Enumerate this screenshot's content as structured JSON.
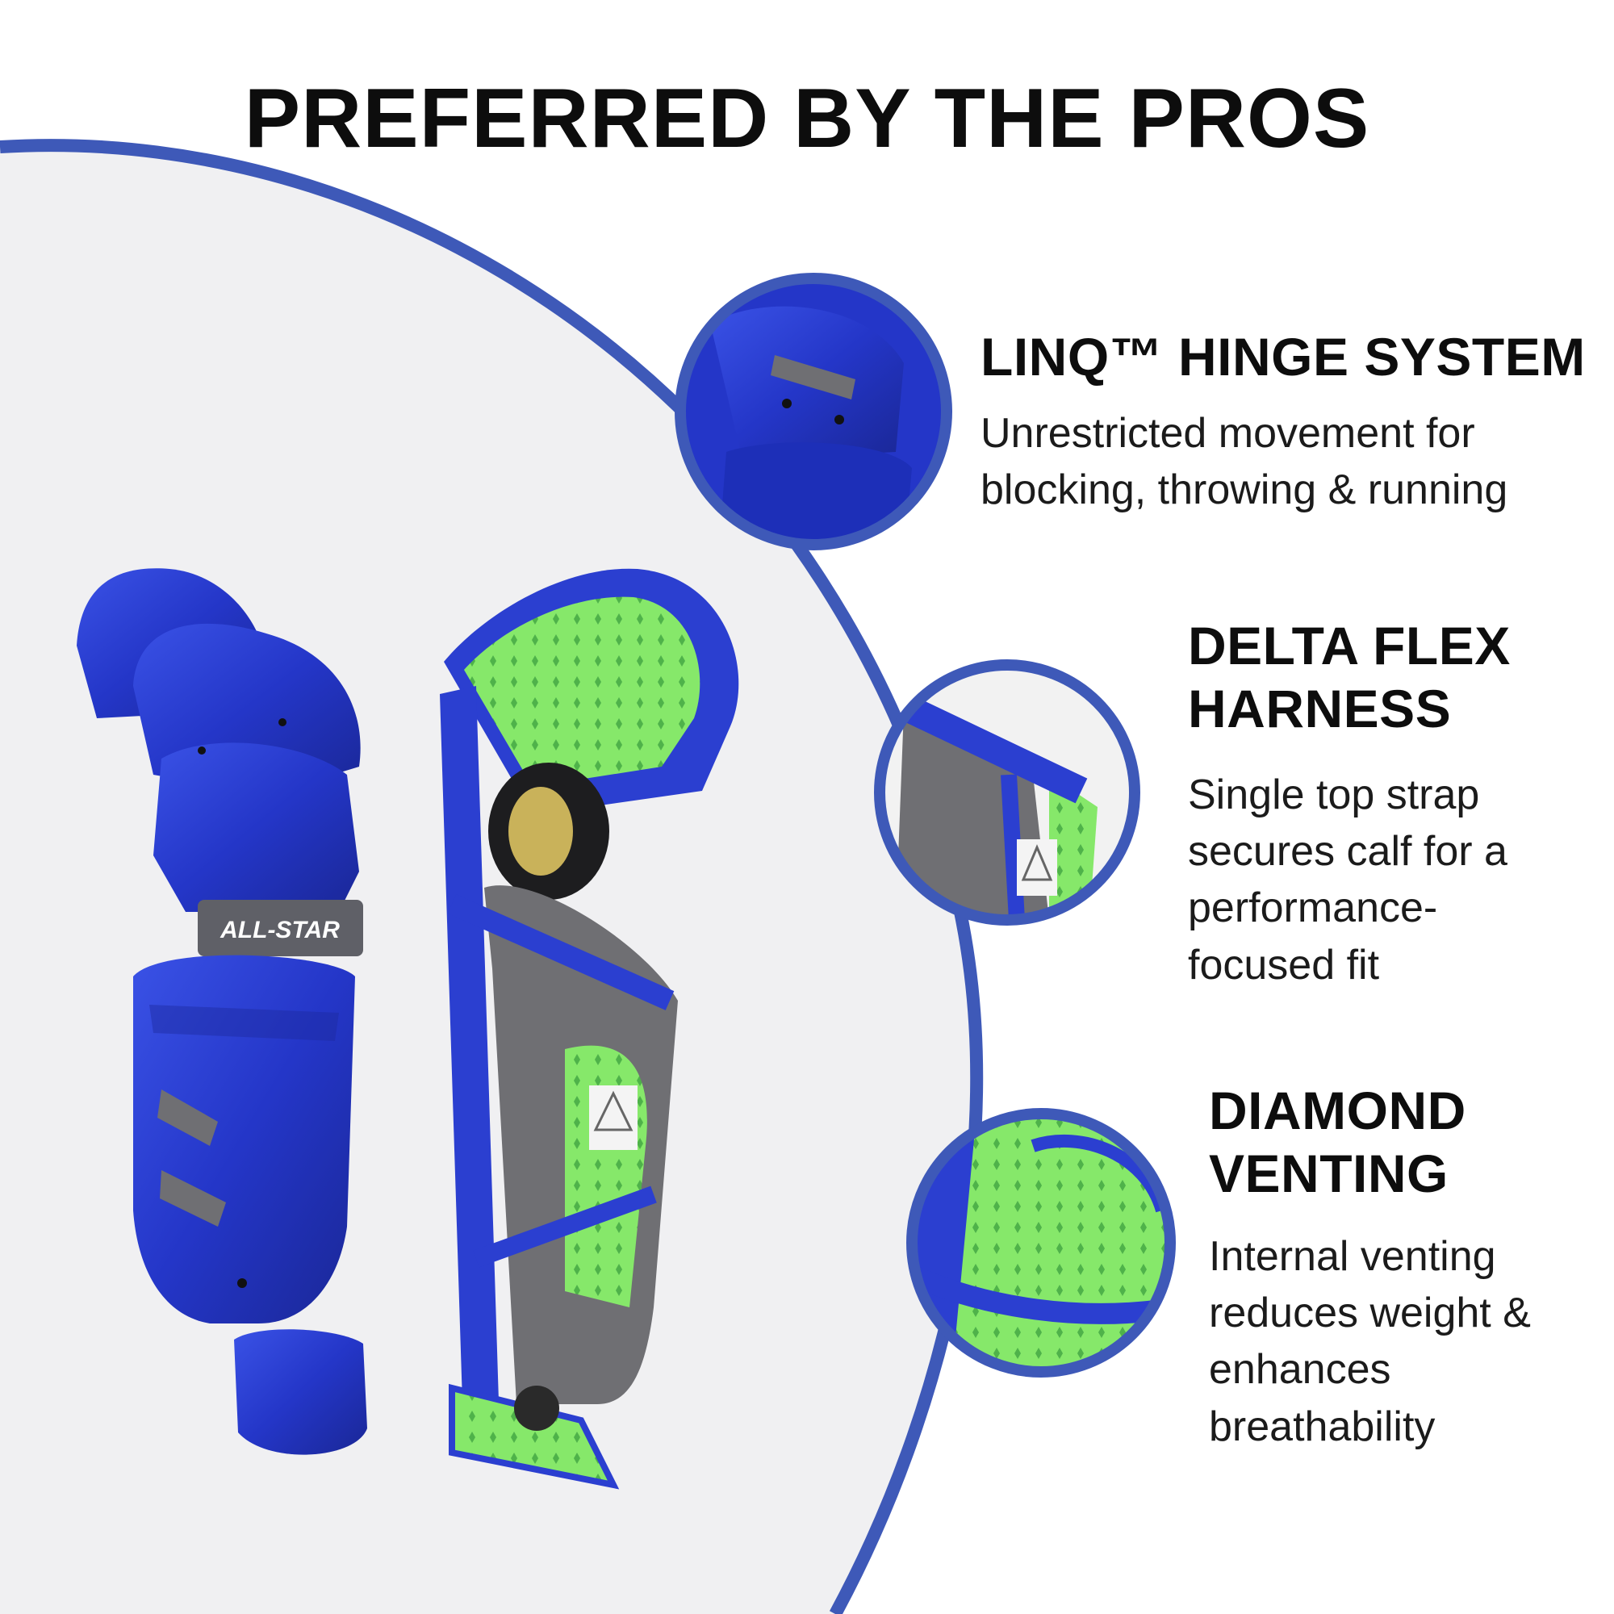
{
  "headline": "PREFERRED BY THE PROS",
  "product": {
    "brand_mark": "ALL-STAR",
    "colors": {
      "shell": "#2b3fd0",
      "shell_dark": "#1c2aa0",
      "lining": "#86e86a",
      "padding": "#6f6f73",
      "accent_ring": "#3e59b8",
      "background_panel": "#f0f0f2"
    }
  },
  "features": [
    {
      "title_lines": [
        "LINQ™ HINGE SYSTEM"
      ],
      "desc_lines": [
        "Unrestricted movement for",
        "blocking, throwing & running"
      ],
      "detail_image": "knee-hinge-closeup"
    },
    {
      "title_lines": [
        "DELTA FLEX",
        "HARNESS"
      ],
      "desc_lines": [
        "Single top strap",
        "secures calf for a",
        "performance-",
        "focused fit"
      ],
      "detail_image": "harness-strap-closeup"
    },
    {
      "title_lines": [
        "DIAMOND",
        "VENTING"
      ],
      "desc_lines": [
        "Internal venting",
        "reduces weight &",
        "enhances",
        "breathability"
      ],
      "detail_image": "venting-liner-closeup"
    }
  ]
}
